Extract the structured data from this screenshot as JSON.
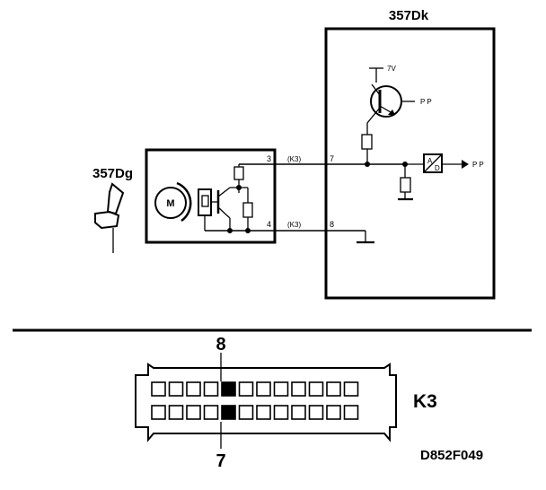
{
  "components": {
    "control_unit": {
      "label": "357Dk"
    },
    "seat_module": {
      "label": "357Dg"
    },
    "motor_symbol": "M"
  },
  "voltage_label": "7V",
  "signal_labels": {
    "transistor_out": "P P",
    "adc_out": "P P",
    "adc_a": "A",
    "adc_d": "D"
  },
  "wires": {
    "upper": {
      "left_pin": "3",
      "connector_tag": "(K3)",
      "right_pin": "7"
    },
    "lower": {
      "left_pin": "4",
      "connector_tag": "(K3)",
      "right_pin": "8"
    }
  },
  "connector": {
    "name": "K3",
    "highlighted_pin_top": "8",
    "highlighted_pin_bottom": "7",
    "rows": 2,
    "cells_per_row": 12,
    "highlighted_cell_index": 4
  },
  "figure_id": "D852F049"
}
